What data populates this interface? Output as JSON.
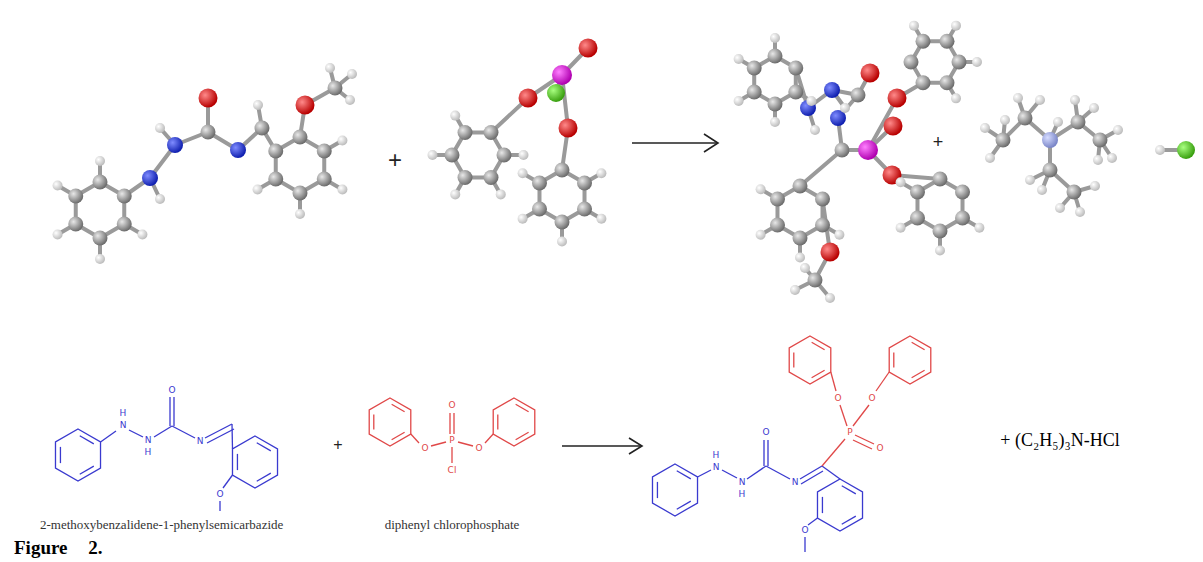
{
  "diagram": {
    "caption": "Figure 2.",
    "labels": [
      "+",
      "+",
      "H",
      "N",
      "O",
      "N",
      "H",
      "N",
      "O",
      "+",
      "O",
      "O",
      "P",
      "O",
      "Cl",
      "O",
      "O",
      "O",
      "P",
      "O",
      "H",
      "N",
      "N",
      "H",
      "N",
      "O",
      "+ (C₂H₅)₃N-HCl",
      "2-methoxybenzalidene-1-phenylsemicarbazide",
      "diphenyl chlorophosphate"
    ]
  }
}
